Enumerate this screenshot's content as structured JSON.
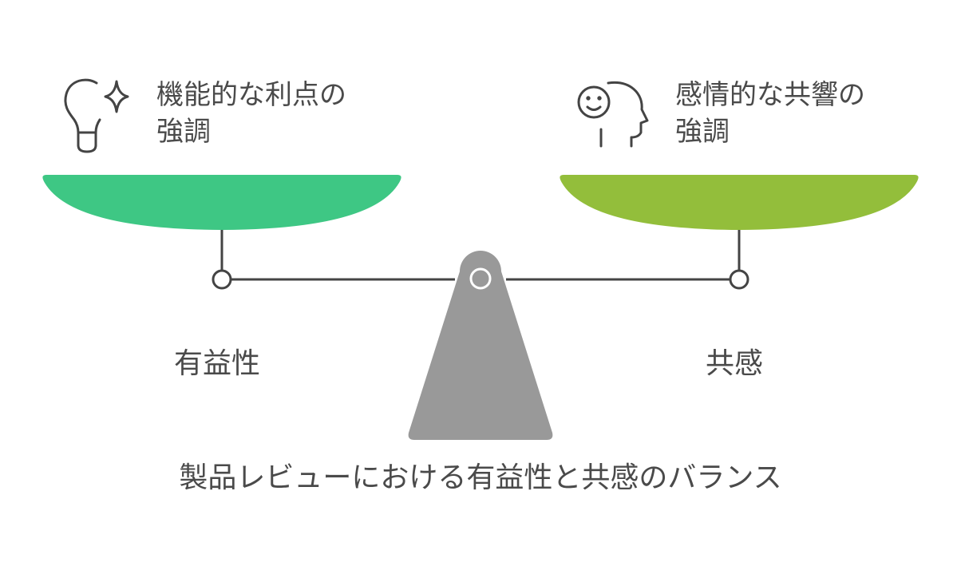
{
  "left": {
    "heading": "機能的な利点の\n強調",
    "label": "有益性",
    "icon": "lightbulb-sparkle-icon",
    "color": "#3ec784"
  },
  "right": {
    "heading": "感情的な共響の\n強調",
    "label": "共感",
    "icon": "smiling-head-profile-icon",
    "color": "#93be3b"
  },
  "caption": "製品レビューにおける有益性と共感のバランス",
  "colors": {
    "line": "#444444",
    "fulcrum": "#999999",
    "text": "#4a4a4a"
  }
}
